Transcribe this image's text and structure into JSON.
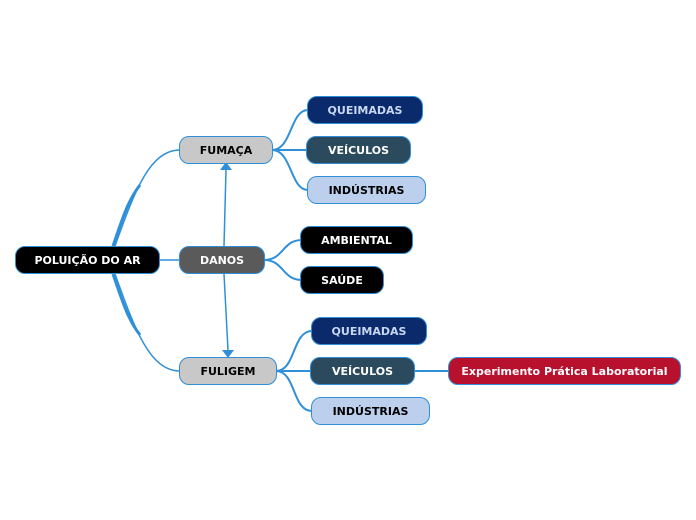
{
  "root": {
    "label": "POLUIÇÃO DO AR"
  },
  "branches": {
    "fumaca": {
      "label": "FUMAÇA",
      "children": [
        "QUEIMADAS",
        "VEÍCULOS",
        "INDÚSTRIAS"
      ]
    },
    "danos": {
      "label": "DANOS",
      "children": [
        "AMBIENTAL",
        "SAÚDE"
      ]
    },
    "fuligem": {
      "label": "FULIGEM",
      "children": [
        "QUEIMADAS",
        "VEÍCULOS",
        "INDÚSTRIAS"
      ]
    }
  },
  "extra": {
    "label": "Experimento Prática Laboratorial"
  },
  "colors": {
    "connector": "#2f8fd8",
    "root": "#000000",
    "navy": "#0b2a6b",
    "slate": "#2b4a5e",
    "light": "#bcd0ee",
    "red": "#b8112e",
    "grey": "#c8c8c8",
    "dark_grey": "#5a5a5a"
  }
}
